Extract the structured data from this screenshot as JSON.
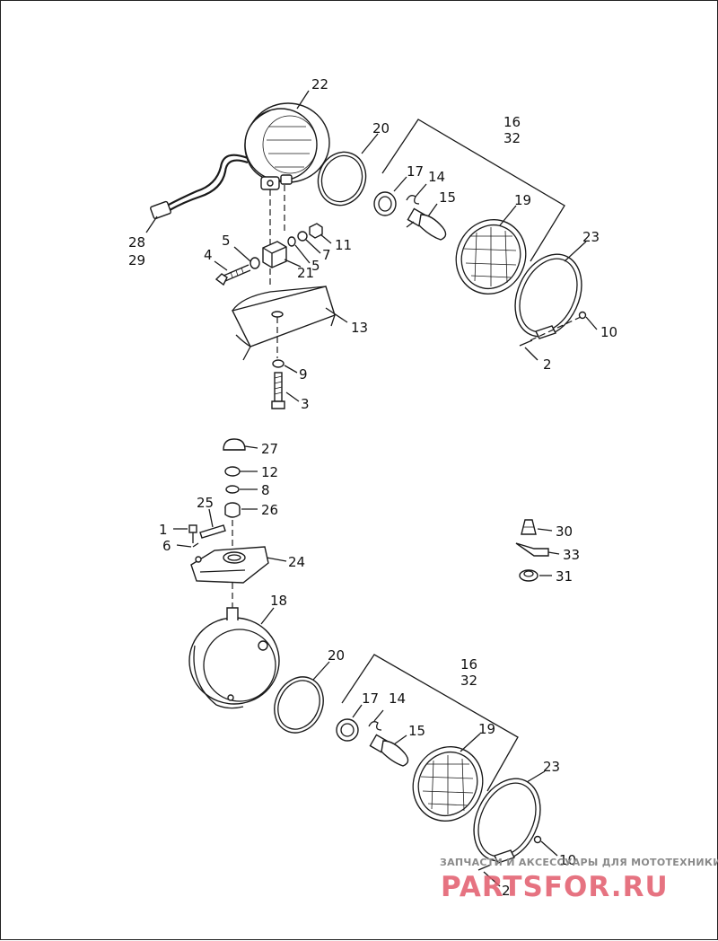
{
  "diagram": {
    "callouts_top": [
      "22",
      "20",
      "16",
      "32",
      "17",
      "14",
      "15",
      "19",
      "23",
      "28",
      "29",
      "5",
      "4",
      "11",
      "7",
      "5",
      "21",
      "13",
      "9",
      "3",
      "10",
      "2"
    ],
    "callouts_bottom": [
      "27",
      "12",
      "8",
      "25",
      "26",
      "1",
      "6",
      "24",
      "18",
      "20",
      "16",
      "32",
      "17",
      "14",
      "15",
      "19",
      "23",
      "10",
      "2",
      "30",
      "33",
      "31"
    ]
  },
  "watermark": {
    "tagline": "ЗАПЧАСТИ И АКСЕССУАРЫ ДЛЯ МОТОТЕХНИКИ",
    "logo": "PARTSFOR.RU"
  }
}
